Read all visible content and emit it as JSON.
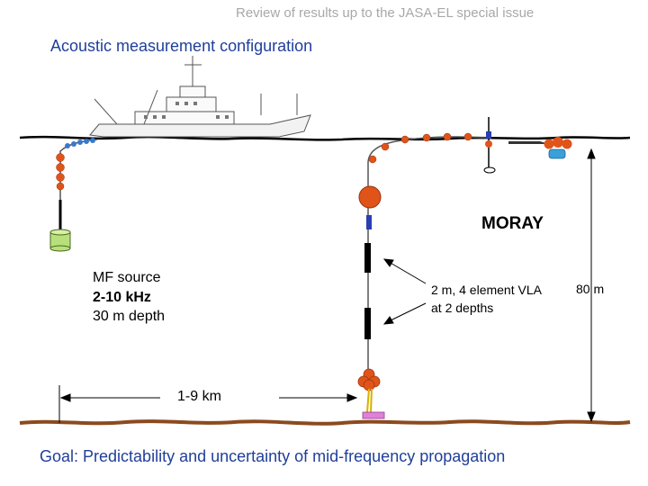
{
  "header": "Review of results up to the JASA-EL special issue",
  "subtitle": "Acoustic measurement configuration",
  "moray_label": "MORAY",
  "source": {
    "line1": "MF source",
    "line2": "2-10 kHz",
    "line3": "30 m depth"
  },
  "vla": {
    "line1": "2 m, 4 element VLA",
    "line2": "at 2 depths"
  },
  "water_depth": "80 m",
  "range": "1-9 km",
  "goal": "Goal: Predictability and uncertainty of mid-frequency propagation",
  "colors": {
    "title_blue": "#1f3f9a",
    "header_gray": "#a8a8a8",
    "float_orange": "#e0541a",
    "seabed_brown": "#8b4a1e",
    "source_green": "#b8e07a"
  }
}
